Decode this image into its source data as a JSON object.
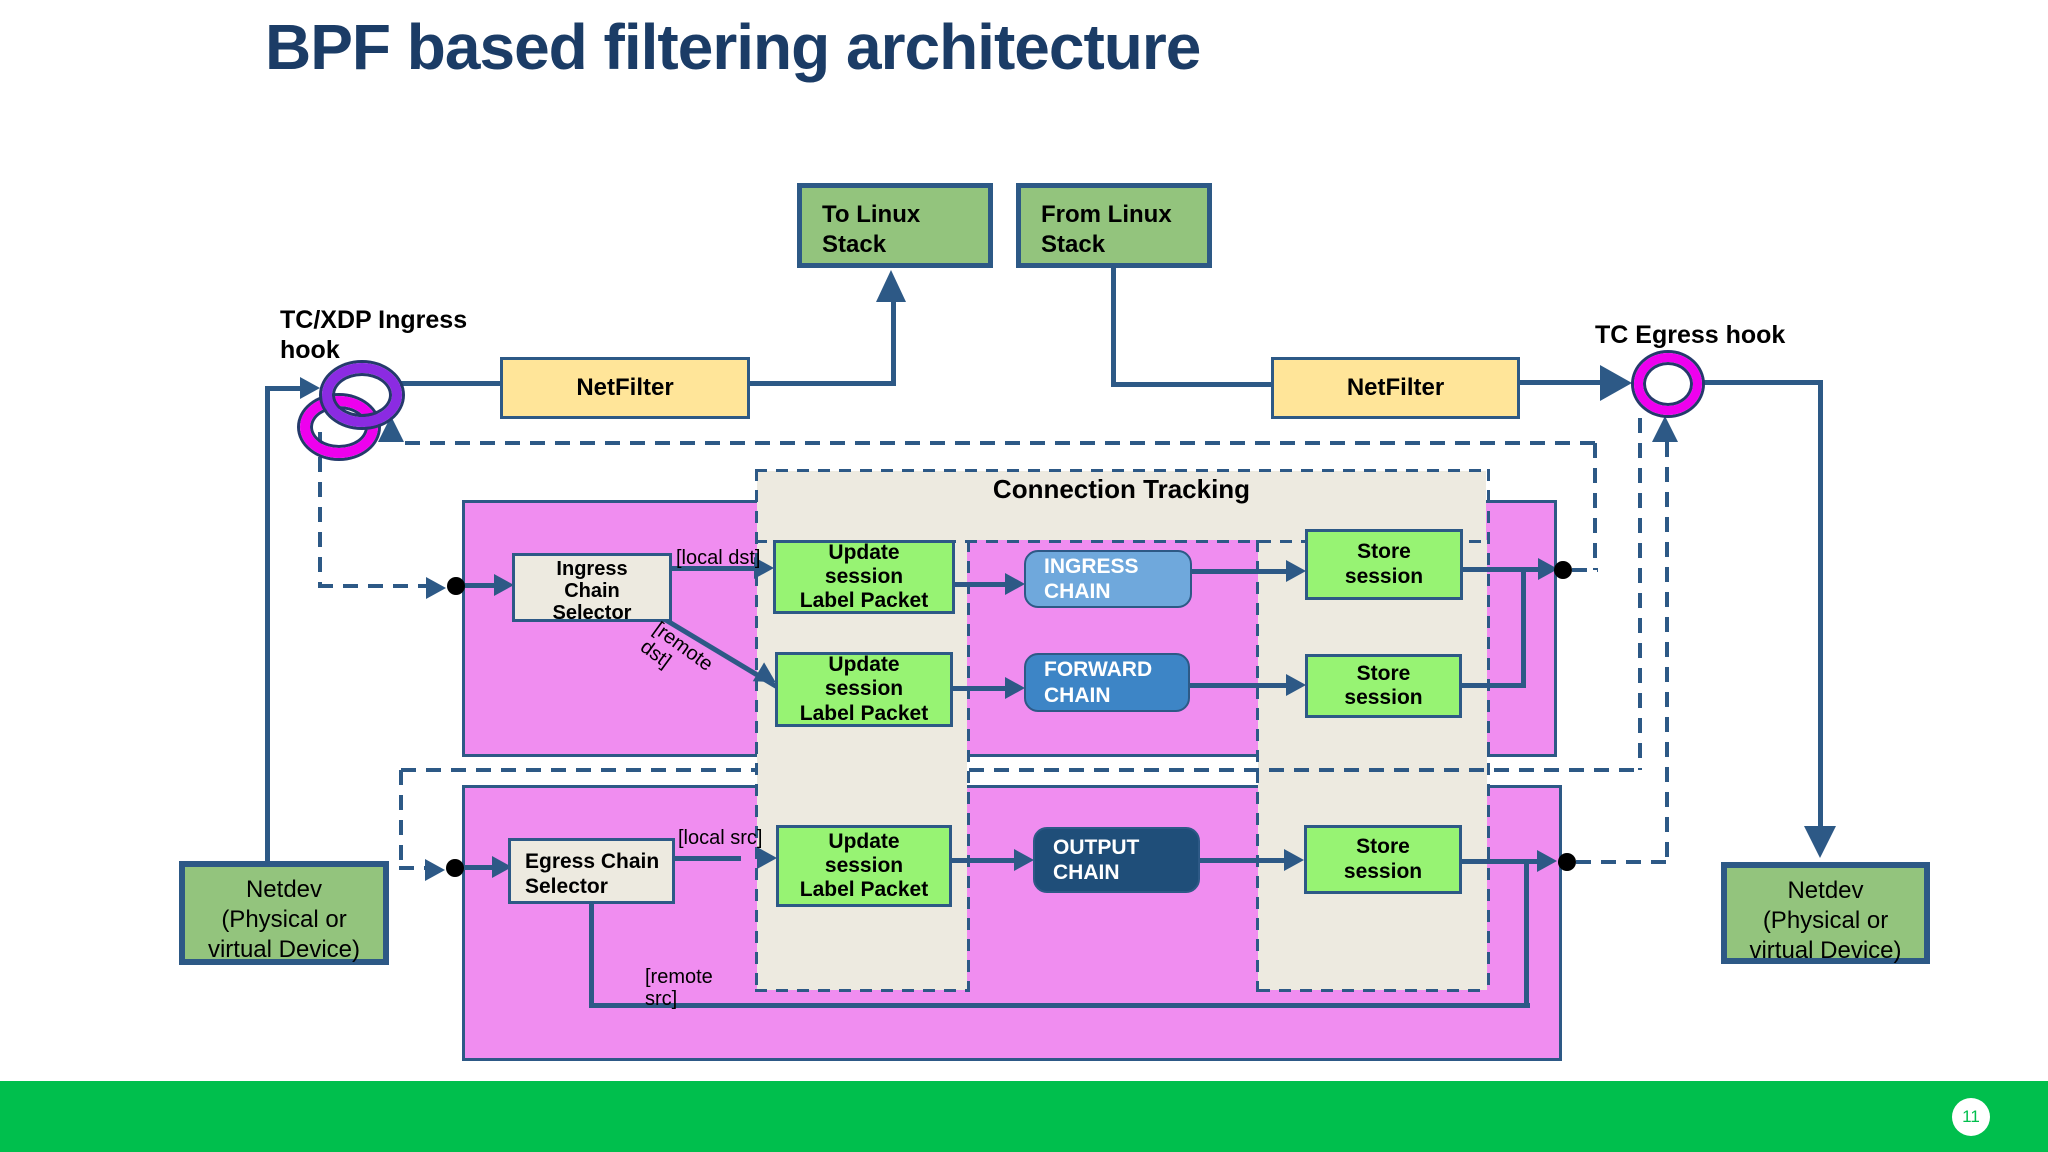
{
  "title": "BPF based filtering architecture",
  "page_number": "11",
  "colors": {
    "navy": "#2D5986",
    "title": "#1B3C66",
    "pink": "#F08DF0",
    "beige": "#EDEAE0",
    "greenbox": "#93C47D",
    "yellow": "#FFE599",
    "lgreen": "#97F373",
    "blue1": "#6FA8DC",
    "blue2": "#3D85C6",
    "blue3": "#1F4E79",
    "magenta": "#EE00EE",
    "purple": "#8B2BE2",
    "bargreen": "#00BF4D"
  },
  "hooks": {
    "ingress": "TC/XDP Ingress hook",
    "egress": "TC Egress hook"
  },
  "nodes": {
    "to_linux_stack": {
      "lines": [
        "To Linux",
        "Stack"
      ]
    },
    "from_linux_stack": {
      "lines": [
        "From Linux",
        "Stack"
      ]
    },
    "netfilter_left": {
      "label": "NetFilter"
    },
    "netfilter_right": {
      "label": "NetFilter"
    },
    "netdev": {
      "lines": [
        "Netdev",
        "(Physical or",
        "virtual Device)"
      ]
    },
    "ingress_selector": {
      "lines": [
        "Ingress",
        "Chain",
        "Selector"
      ]
    },
    "egress_selector": {
      "lines": [
        "Egress Chain",
        "Selector"
      ]
    },
    "update_session": {
      "lines": [
        "Update",
        "session",
        "Label Packet"
      ]
    },
    "store_session": {
      "lines": [
        "Store",
        "session"
      ]
    },
    "ingress_chain": {
      "lines": [
        "INGRESS",
        "CHAIN"
      ]
    },
    "forward_chain": {
      "lines": [
        "FORWARD",
        "CHAIN"
      ]
    },
    "output_chain": {
      "lines": [
        "OUTPUT",
        "CHAIN"
      ]
    }
  },
  "containers": {
    "connection_tracking": "Connection Tracking"
  },
  "edge_labels": {
    "local_dst": "[local dst]",
    "remote_dst": "[remote dst]",
    "local_src": "[local src]",
    "remote_src": "[remote src]"
  }
}
